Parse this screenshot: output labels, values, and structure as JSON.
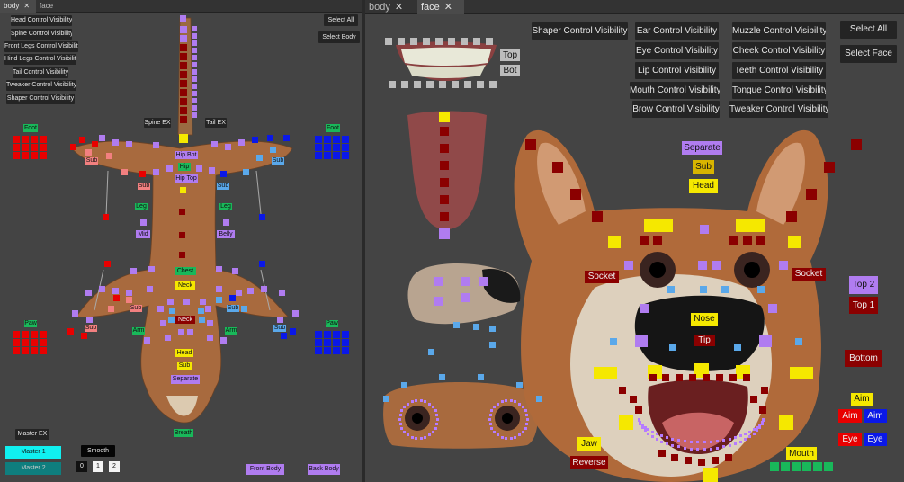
{
  "tabs": {
    "left": [
      {
        "label": "body",
        "close": "✕",
        "active": true
      },
      {
        "label": "face",
        "close": "",
        "active": false
      }
    ],
    "right": [
      {
        "label": "body",
        "close": "✕",
        "active": false
      },
      {
        "label": "face",
        "close": "✕",
        "active": true
      }
    ]
  },
  "colors": {
    "bg": "#444444",
    "button": "#242424",
    "purple": "#b07cf0",
    "yellow": "#f5e800",
    "green": "#19b85a",
    "red": "#e80000",
    "darkred": "#8b0000",
    "blue": "#0a18e8",
    "salmon": "#f28080",
    "lightblue": "#5aa8ea",
    "cyan": "#10f0f0",
    "teal": "#0f7e7e",
    "fur": "#b06a3a",
    "cream": "#dccab0"
  },
  "body": {
    "visibility_buttons": [
      "Head Control Visibility",
      "Spine Control Visibility",
      "Front Legs Control Visibility",
      "Hind Legs Control Visibility",
      "Tail Control Visibility",
      "Tweaker Control Visibility",
      "Shaper Control Visibility"
    ],
    "select_all": "Select All",
    "select_body": "Select Body",
    "labels": {
      "foot_l": "Foot",
      "foot_r": "Foot",
      "spine_ex": "Spine EX",
      "tail_ex": "Tail EX",
      "hip_bot": "Hip Bot",
      "hip": "Hip",
      "hip_top": "Hip Top",
      "sub_hl": "Sub",
      "sub_hr": "Sub",
      "sub_hil": "Sub",
      "sub_hir": "Sub",
      "leg_l": "Leg",
      "leg_r": "Leg",
      "mid": "Mid",
      "belly": "Belly",
      "chest": "Chest",
      "neck": "Neck",
      "neck2": "Neck",
      "sub_fl": "Sub",
      "sub_fr": "Sub",
      "sub_fl2": "Sub",
      "sub_fr2": "Sub",
      "arm_l": "Arm",
      "arm_r": "Arm",
      "paw_l": "Paw",
      "paw_r": "Paw",
      "head": "Head",
      "sub_head": "Sub",
      "separate": "Separate",
      "breath": "Breath"
    },
    "master_ex": "Master EX",
    "master_1": "Master 1",
    "master_2": "Master 2",
    "smooth": "Smooth",
    "smooth_levels": [
      "0",
      "1",
      "2"
    ],
    "front_body": "Front Body",
    "back_body": "Back Body"
  },
  "face": {
    "visibility_buttons": {
      "shaper": "Shaper Control Visibility",
      "ear": "Ear Control Visibility",
      "muzzle": "Muzzle Control Visibility",
      "eye": "Eye Control Visibility",
      "cheek": "Cheek Control Visibility",
      "lip": "Lip Control Visibility",
      "teeth": "Teeth Control Visibility",
      "mouth": "Mouth Control Visibility",
      "tongue": "Tongue Control Visibility",
      "brow": "Brow Control Visibility",
      "tweaker": "Tweaker Control Visibility"
    },
    "select_all": "Select All",
    "select_face": "Select Face",
    "teeth_top": "Top",
    "teeth_bot": "Bot",
    "labels": {
      "separate": "Separate",
      "sub": "Sub",
      "head": "Head",
      "socket_l": "Socket",
      "socket_r": "Socket",
      "nose": "Nose",
      "tip": "Tip",
      "top2": "Top 2",
      "top1": "Top 1",
      "bottom": "Bottom",
      "aim": "Aim",
      "aim_r": "Aim",
      "aim_b": "Aim",
      "eye_r": "Eye",
      "eye_b": "Eye",
      "jaw": "Jaw",
      "reverse": "Reverse",
      "mouth": "Mouth"
    }
  }
}
